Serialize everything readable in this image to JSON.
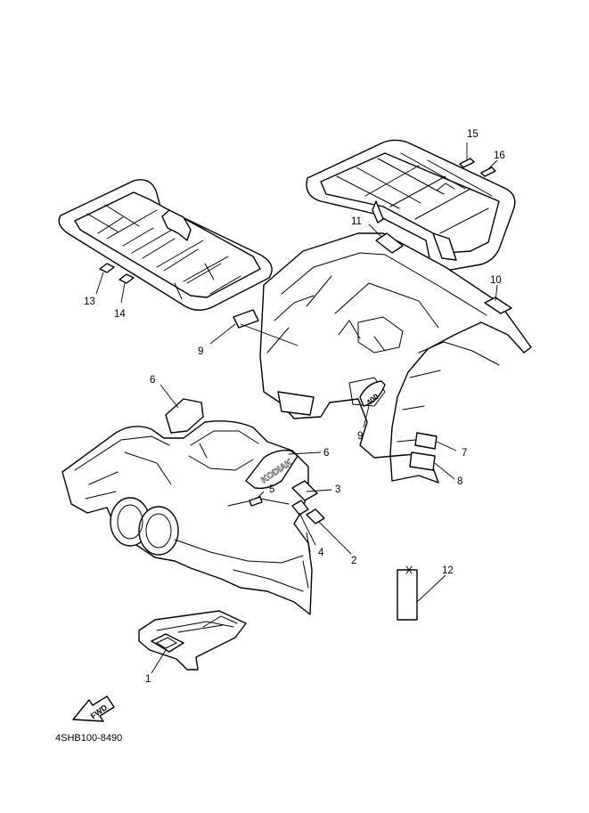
{
  "diagram_code": "4SHB100-8490",
  "fwd_label": "FWD",
  "emblem_text": "KODIAK",
  "emblem_size": "400",
  "callouts": [
    {
      "label": "1"
    },
    {
      "label": "2"
    },
    {
      "label": "3"
    },
    {
      "label": "4"
    },
    {
      "label": "5"
    },
    {
      "label": "6"
    },
    {
      "label": "6"
    },
    {
      "label": "7"
    },
    {
      "label": "8"
    },
    {
      "label": "9"
    },
    {
      "label": "9"
    },
    {
      "label": "10"
    },
    {
      "label": "11"
    },
    {
      "label": "12"
    },
    {
      "label": "13"
    },
    {
      "label": "14"
    },
    {
      "label": "15"
    },
    {
      "label": "16"
    }
  ]
}
